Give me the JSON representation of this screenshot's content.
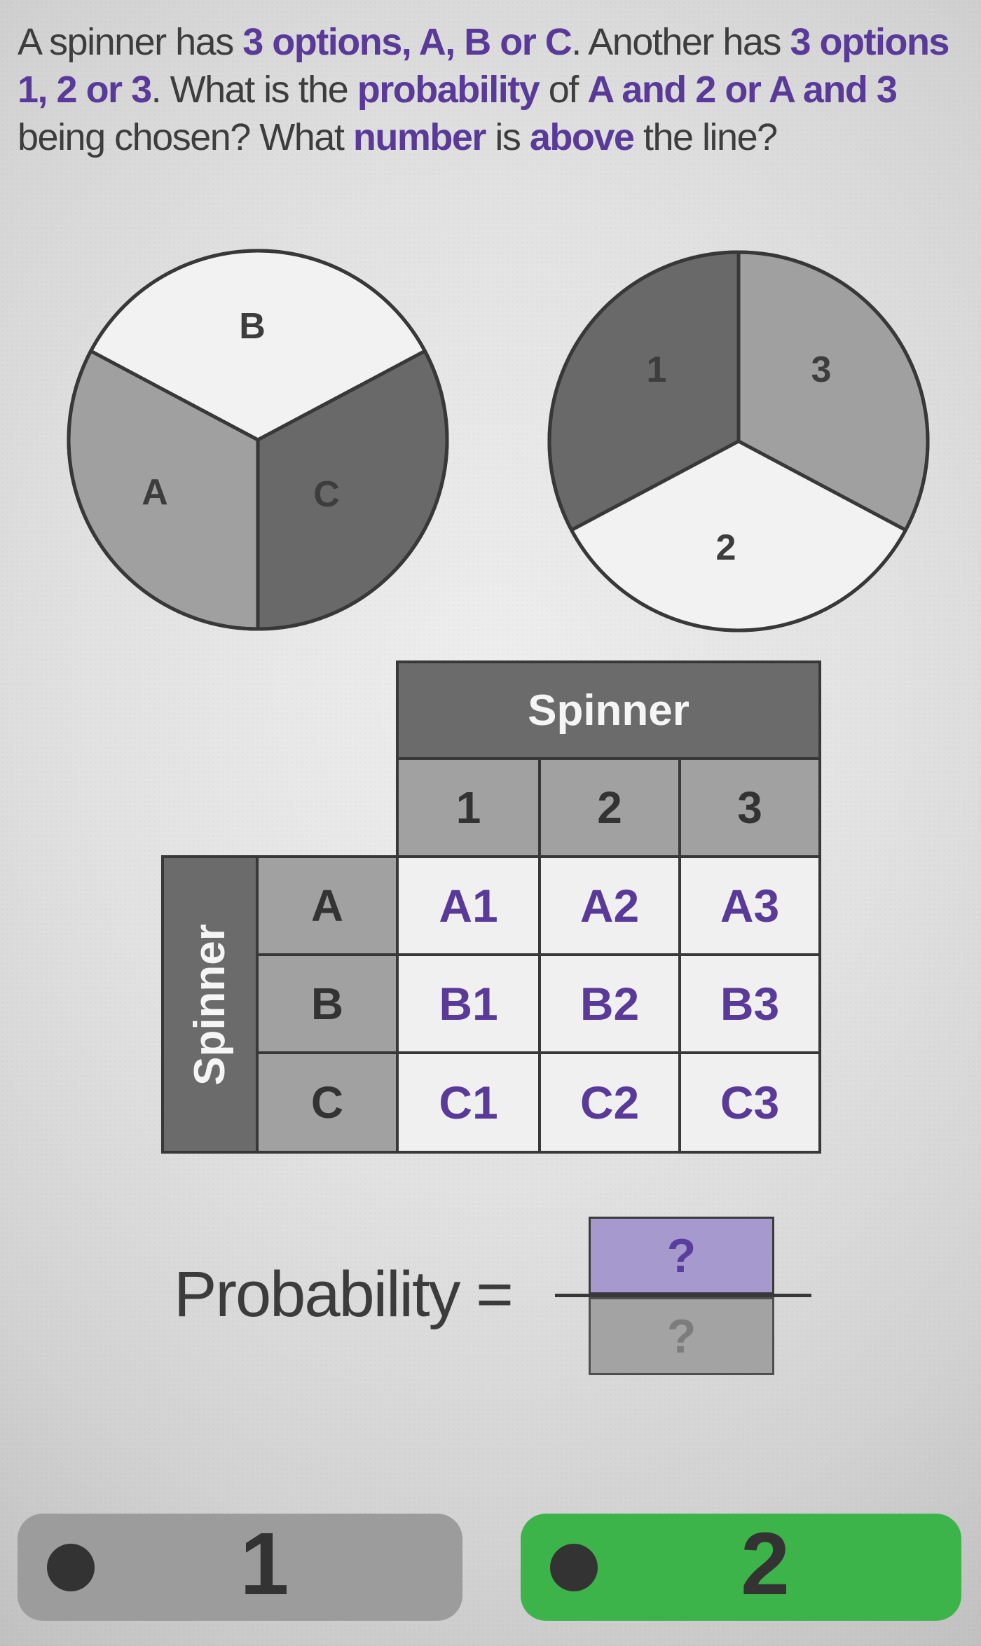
{
  "question": {
    "lines": [
      {
        "segments": [
          {
            "text": "A spinner has ",
            "highlight": false
          },
          {
            "text": "3 options, A, B or C",
            "highlight": true
          },
          {
            "text": ". Another has ",
            "highlight": false
          },
          {
            "text": "3 options",
            "highlight": true
          }
        ]
      },
      {
        "segments": [
          {
            "text": "1, 2 or 3",
            "highlight": true
          },
          {
            "text": ". What is the ",
            "highlight": false
          },
          {
            "text": "probability",
            "highlight": true
          },
          {
            "text": " of ",
            "highlight": false
          },
          {
            "text": "A and 2 or A and 3",
            "highlight": true
          }
        ]
      },
      {
        "segments": [
          {
            "text": "being chosen? What ",
            "highlight": false
          },
          {
            "text": "number",
            "highlight": true
          },
          {
            "text": " is ",
            "highlight": false
          },
          {
            "text": "above",
            "highlight": true
          },
          {
            "text": " the line?",
            "highlight": false
          }
        ]
      }
    ]
  },
  "spinner_letters": {
    "a": "A",
    "b": "B",
    "c": "C"
  },
  "spinner_numbers": {
    "n1": "1",
    "n2": "2",
    "n3": "3"
  },
  "table": {
    "top_header": "Spinner",
    "left_header": "Spinner",
    "col_headers": [
      "1",
      "2",
      "3"
    ],
    "row_headers": [
      "A",
      "B",
      "C"
    ],
    "cells": [
      [
        "A1",
        "A2",
        "A3"
      ],
      [
        "B1",
        "B2",
        "B3"
      ],
      [
        "C1",
        "C2",
        "C3"
      ]
    ]
  },
  "probability": {
    "label": "Probability =",
    "numerator": "?",
    "denominator": "?"
  },
  "answers": [
    {
      "label": "1",
      "color": "#9c9c9c"
    },
    {
      "label": "2",
      "color": "#3cb44a"
    }
  ],
  "icons": {
    "radio_dot_icon": "css-filled-circle"
  },
  "colors": {
    "highlight_purple": "#5a3a99",
    "cell_text_purple": "#593a99",
    "numerator_fill": "#a699cd",
    "answer_green": "#3cb44a",
    "answer_gray": "#9c9c9c",
    "pie_light": "#f2f2f2",
    "pie_medium": "#a0a0a0",
    "pie_dark": "#696969",
    "table_dark_header": "#6b6b6b",
    "table_mid_header": "#a1a1a1",
    "table_cell_bg": "#f0f0f0",
    "ink": "#3d3d3d"
  }
}
